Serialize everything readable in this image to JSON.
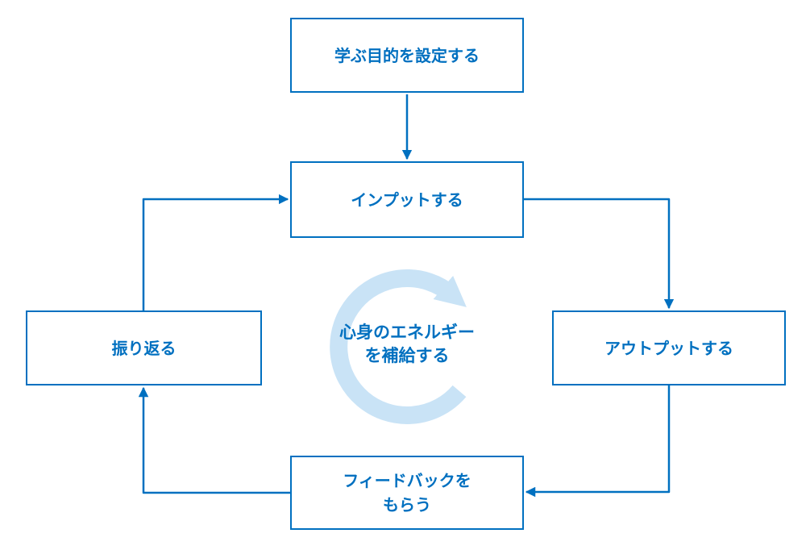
{
  "colors": {
    "accent": "#0070C0",
    "node-fill": "#FFFFFF",
    "cycle": "#C9E3F6",
    "background": "#FFFFFF"
  },
  "nodes": {
    "set_purpose": {
      "label": "学ぶ目的を設定する"
    },
    "input": {
      "label": "インプットする"
    },
    "output": {
      "label": "アウトプットする"
    },
    "feedback": {
      "label": "フィードバックを\nもらう"
    },
    "reflect": {
      "label": "振り返る"
    },
    "center": {
      "label": "心身のエネルギー\nを補給する"
    }
  }
}
